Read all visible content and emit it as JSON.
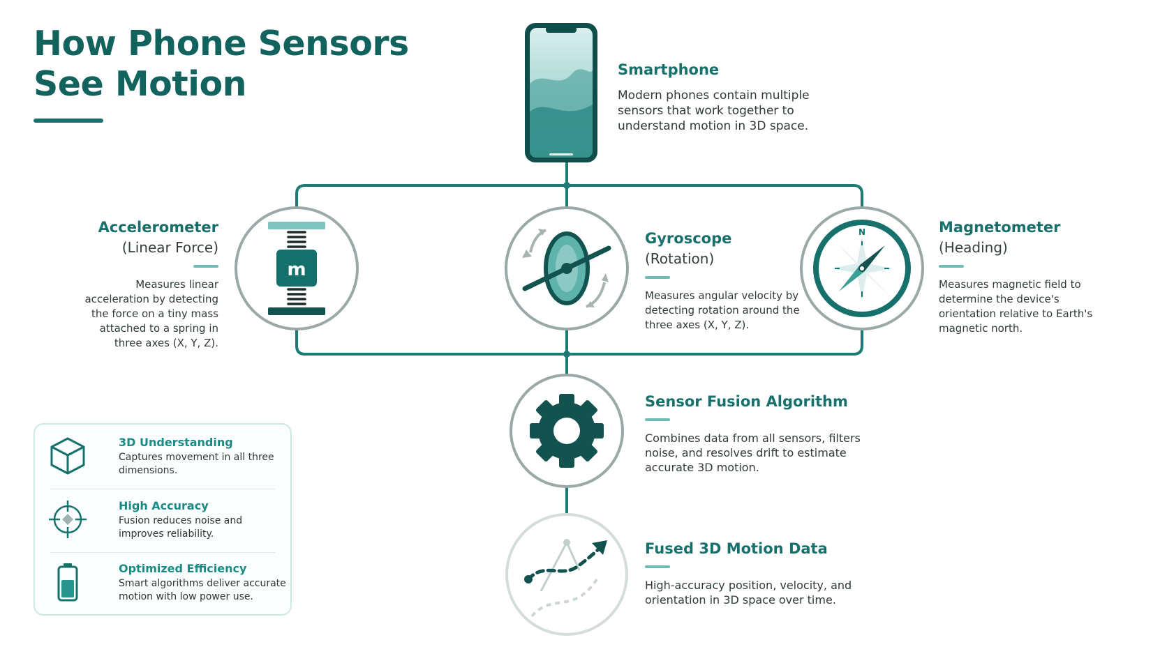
{
  "header": {
    "title": "How Phone Sensors See Motion"
  },
  "nodes": {
    "smartphone": {
      "title": "Smartphone",
      "description": "Modern phones contain multiple sensors that work together to understand motion in 3D space."
    },
    "accelerometer": {
      "title": "Accelerometer",
      "subtitle": "(Linear Force)",
      "description": "Measures linear acceleration by detecting the force on a tiny mass attached to a spring in three axes (X, Y, Z).",
      "mass_label": "m"
    },
    "gyroscope": {
      "title": "Gyroscope",
      "subtitle": "(Rotation)",
      "description": "Measures angular velocity by detecting rotation around the three axes (X, Y, Z)."
    },
    "magnetometer": {
      "title": "Magnetometer",
      "subtitle": "(Heading)",
      "description": "Measures magnetic field to determine the device's orientation relative to Earth's magnetic north.",
      "compass_label": "N"
    },
    "sensor_fusion": {
      "title": "Sensor Fusion Algorithm",
      "description": "Combines data from all sensors, filters noise, and resolves drift to estimate accurate 3D motion."
    },
    "fused_output": {
      "title": "Fused 3D Motion Data",
      "description": "High-accuracy position, velocity, and orientation in 3D space over time."
    }
  },
  "features": [
    {
      "icon": "cube-icon",
      "title": "3D Understanding",
      "description": "Captures movement in all three dimensions."
    },
    {
      "icon": "crosshair-icon",
      "title": "High Accuracy",
      "description": "Fusion reduces noise and improves reliability."
    },
    {
      "icon": "battery-icon",
      "title": "Optimized Efficiency",
      "description": "Smart algorithms deliver accurate motion with low power use."
    }
  ],
  "colors": {
    "primary": "#17706b",
    "dark": "#12524f",
    "accent": "#5fb3ad",
    "ring": "#9aa9a8"
  }
}
